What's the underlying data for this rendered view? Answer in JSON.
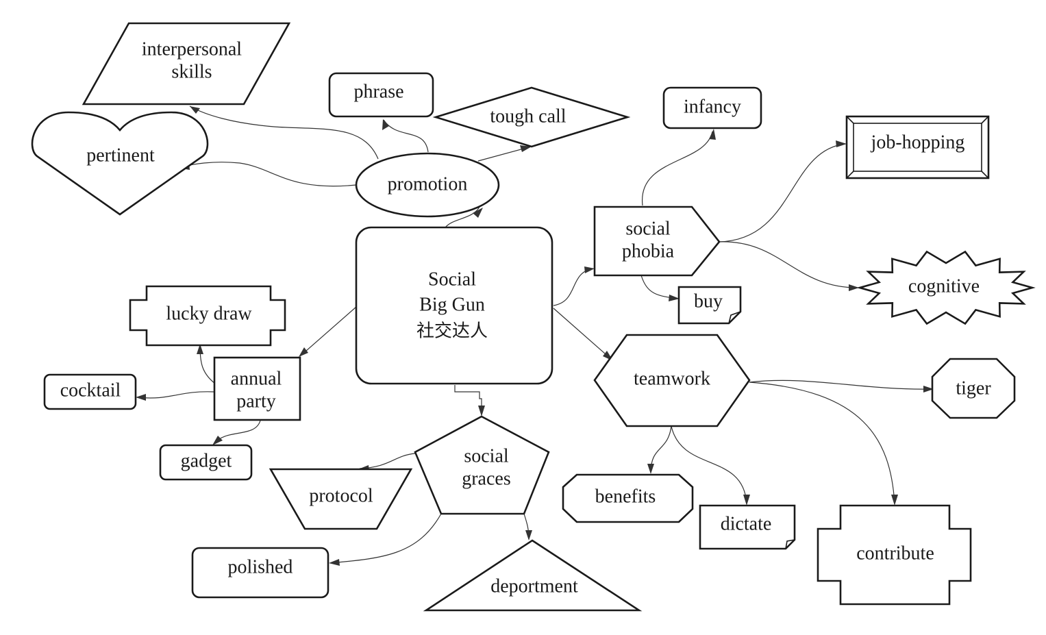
{
  "diagram": {
    "center": {
      "line1": "Social",
      "line2": "Big Gun",
      "line3": "社交达人"
    },
    "nodes": {
      "interpersonal_skills": [
        "interpersonal",
        "skills"
      ],
      "phrase": "phrase",
      "tough_call": "tough call",
      "pertinent": "pertinent",
      "promotion": "promotion",
      "infancy": "infancy",
      "job_hopping": "job-hopping",
      "social_phobia": [
        "social",
        "phobia"
      ],
      "cognitive": "cognitive",
      "buy": "buy",
      "lucky_draw": "lucky draw",
      "annual_party": [
        "annual",
        "party"
      ],
      "cocktail": "cocktail",
      "gadget": "gadget",
      "teamwork": "teamwork",
      "tiger": "tiger",
      "social_graces": [
        "social",
        "graces"
      ],
      "protocol": "protocol",
      "polished": "polished",
      "deportment": "deportment",
      "benefits": "benefits",
      "dictate": "dictate",
      "contribute": "contribute"
    }
  }
}
